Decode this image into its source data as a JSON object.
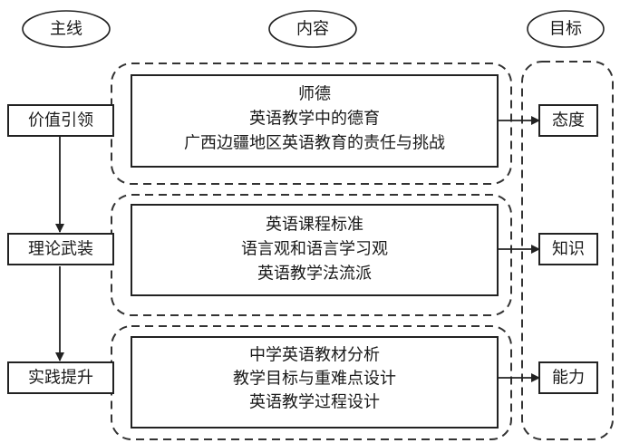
{
  "headers": {
    "mainline": "主线",
    "content": "内容",
    "goal": "目标"
  },
  "rows": [
    {
      "mainline": "价值引领",
      "content": [
        "师德",
        "英语教学中的德育",
        "广西边疆地区英语教育的责任与挑战"
      ],
      "goal": "态度"
    },
    {
      "mainline": "理论武装",
      "content": [
        "英语课程标准",
        "语言观和语言学习观",
        "英语教学法流派"
      ],
      "goal": "知识"
    },
    {
      "mainline": "实践提升",
      "content": [
        "中学英语教材分析",
        "教学目标与重难点设计",
        "英语教学过程设计"
      ],
      "goal": "能力"
    }
  ]
}
